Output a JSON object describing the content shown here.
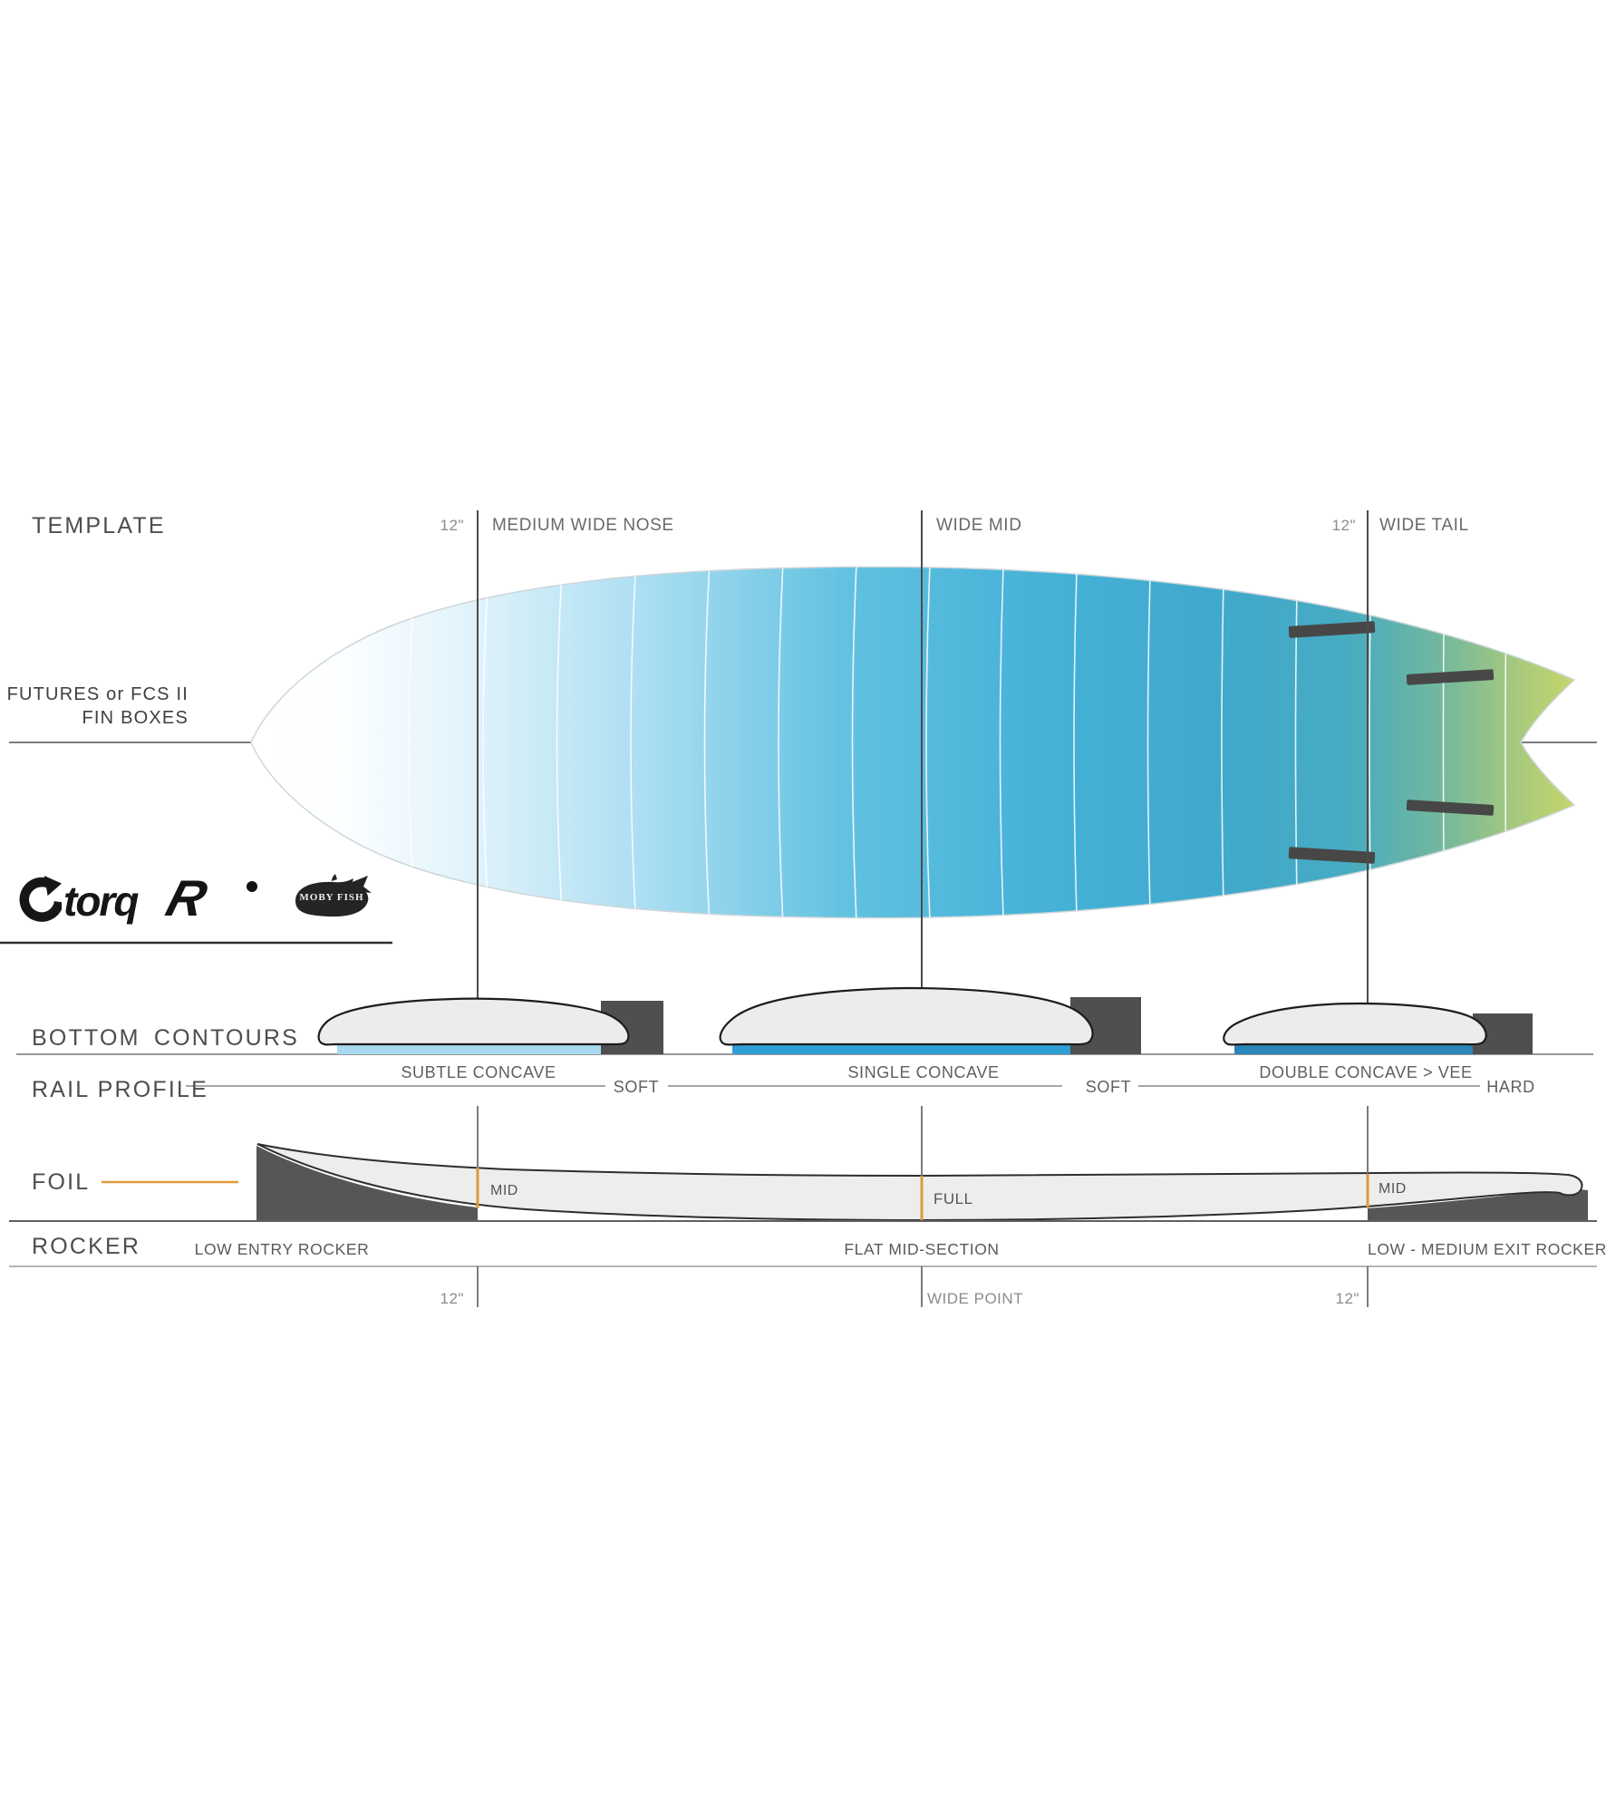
{
  "template": {
    "title": "TEMPLATE",
    "nose_mark": "12\"",
    "nose_label": "MEDIUM WIDE NOSE",
    "mid_label": "WIDE MID",
    "tail_mark": "12\"",
    "tail_label": "WIDE TAIL"
  },
  "fin_note": {
    "line1": "FUTURES or FCS II",
    "line2": "FIN BOXES"
  },
  "logos": {
    "torq": "torq",
    "rusty": "R",
    "moby": "MOBY FISH"
  },
  "bottom_contours": {
    "title": "BOTTOM CONTOURS",
    "labels": [
      "SUBTLE CONCAVE",
      "SINGLE CONCAVE",
      "DOUBLE CONCAVE > VEE"
    ]
  },
  "rail_profile": {
    "title": "RAIL PROFILE",
    "labels": [
      "SOFT",
      "SOFT",
      "HARD"
    ]
  },
  "foil": {
    "title": "FOIL",
    "labels": [
      "MID",
      "FULL",
      "MID"
    ]
  },
  "rocker": {
    "title": "ROCKER",
    "labels": [
      "LOW ENTRY ROCKER",
      "FLAT MID-SECTION",
      "LOW - MEDIUM EXIT ROCKER"
    ]
  },
  "bottom_marks": {
    "nose": "12\"",
    "mid": "WIDE POINT",
    "tail": "12\""
  },
  "colors": {
    "accent_orange": "#e09a3e",
    "board_blue": "#45b2d7",
    "board_green": "#c8d96c",
    "fin_box": "#474747",
    "concave_light": "#a8d9f0",
    "concave_mid": "#2f9fd6",
    "concave_deep": "#2a85b8"
  }
}
